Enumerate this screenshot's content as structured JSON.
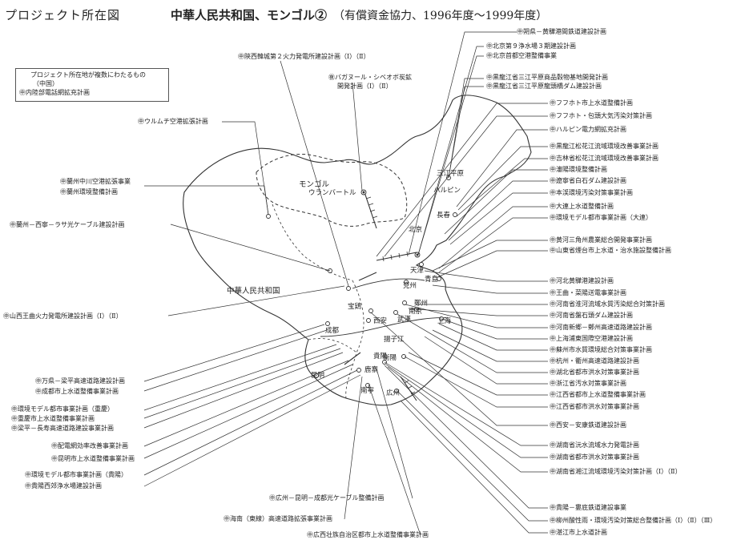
{
  "header": {
    "left_title": "プロジェクト所在図",
    "main_title": "中華人民共和国、モンゴル②",
    "subtitle": "（有償資金協力、1996年度〜1999年度）"
  },
  "legend": {
    "line1": "プロジェクト所在地が複数にわたるもの",
    "line2": "（中国）",
    "line3": "㊥内陸部電話網拡充計画"
  },
  "countries": {
    "china": "中華人民共和国",
    "mongolia": "モンゴル"
  },
  "cities": {
    "ulaanbaatar": "ウランバートル",
    "sanjiang": "三江平原",
    "harbin": "ハルピン",
    "changchun": "長春",
    "beijing": "北京",
    "tianjin": "天津",
    "qingdao": "青島",
    "yanzhou": "兗州",
    "zhengzhou": "鄭州",
    "nanjing": "南京",
    "baoji": "宝鶏",
    "xian": "西安",
    "wuhan": "武漢",
    "shanghai": "上海",
    "chengdu": "成都",
    "yangtze": "揚子江",
    "guiyang": "貴陽",
    "hengyang": "衡陽",
    "kunming": "昆明",
    "nanning": "南寧",
    "liuzhou": "鹿寨",
    "guangzhou": "広州"
  },
  "labels_top": [
    "㊥陝西韓城第２火力発電所建設計画（Ⅰ）（Ⅱ）",
    "㊰バガヌール・シベオボ炭鉱",
    "開発計画（Ⅰ）（Ⅱ）"
  ],
  "labels_left": [
    "㊥ウルムチ空港拡張計画",
    "㊥蘭州中川空港拡張事業",
    "㊥蘭州環境整備計画",
    "㊥蘭州－西寧－ラサ光ケーブル建設計画",
    "㊥山西王曲火力発電所建設計画（Ⅰ）（Ⅱ）",
    "㊥万県－梁平高速道路建設計画",
    "㊥成都市上水道整備事業計画",
    "㊥環境モデル都市事業計画（重慶）",
    "㊥重慶市上水道整備事業計画",
    "㊥梁平－長寿高速道路建設事業計画",
    "㊥配電網効率改善事業計画",
    "㊥昆明市上水道整備事業計画",
    "㊥環境モデル都市事業計画（貴陽）",
    "㊥貴陽西郊浄水場建設計画"
  ],
  "labels_bottom": [
    "㊥広州－昆明－成都光ケーブル整備計画",
    "㊥海南（東線）高速道路拡張事業計画",
    "㊥広西壮族自治区都市上水道整備事業計画"
  ],
  "labels_right": [
    "㊥朔県－黄驊港間鉄道建設計画",
    "㊥北京第９浄水場３期建設計画",
    "㊥北京首都空港整備事業",
    "㊥黒龍江省三江平原商品穀物基地開発計画",
    "㊥黒龍江省三江平原龍頭橋ダム建設計画",
    "㊥フフホト市上水道整備計画",
    "㊥フフホト・包頭大気汚染対策計画",
    "㊥ハルピン電力網拡充計画",
    "㊥黒龍江松花江流域環境改善事業計画",
    "㊥吉林省松花江流域環境改善事業計画",
    "㊥瀋陽環境整備計画",
    "㊥遼寧省白石ダム建設計画",
    "㊥本渓環境汚染対策事業計画",
    "㊥大連上水道整備計画",
    "㊥環境モデル都市事業計画（大連）",
    "㊥黄河三角州農業総合開発事業計画",
    "㊥山東省煙台市上水道・治水施設整備計画",
    "㊥河北黄驊港建設計画",
    "㊥王曲・菜陽送電事業計画",
    "㊥河南省淮河流域水質汚染総合対策計画",
    "㊥河南省盤石頭ダム建設計画",
    "㊥河南新郷－鄭州高速道路建設計画",
    "㊥上海浦東国際空港建設計画",
    "㊥蘇州市水質環境総合対策事業計画",
    "㊥杭州・衢州高速道路建設計画",
    "㊥湖北省都市洪水対策事業計画",
    "㊥浙江省汚水対策事業計画",
    "㊥江西省都市上水道整備事業計画",
    "㊥江西省都市洪水対策事業計画",
    "㊥西安－安康鉄道建設計画",
    "㊥湖南省沅水流域水力発電計画",
    "㊥湖南省都市洪水対策事業計画",
    "㊥湖南省湘江流域環境汚染対策計画（Ⅰ）（Ⅱ）",
    "㊥貴陽－婁底鉄道建設事業",
    "㊥柳州酸性雨・環境汚染対策総合整備計画（Ⅰ）（Ⅱ）（Ⅲ）",
    "㊥湛江市上水道計画"
  ]
}
